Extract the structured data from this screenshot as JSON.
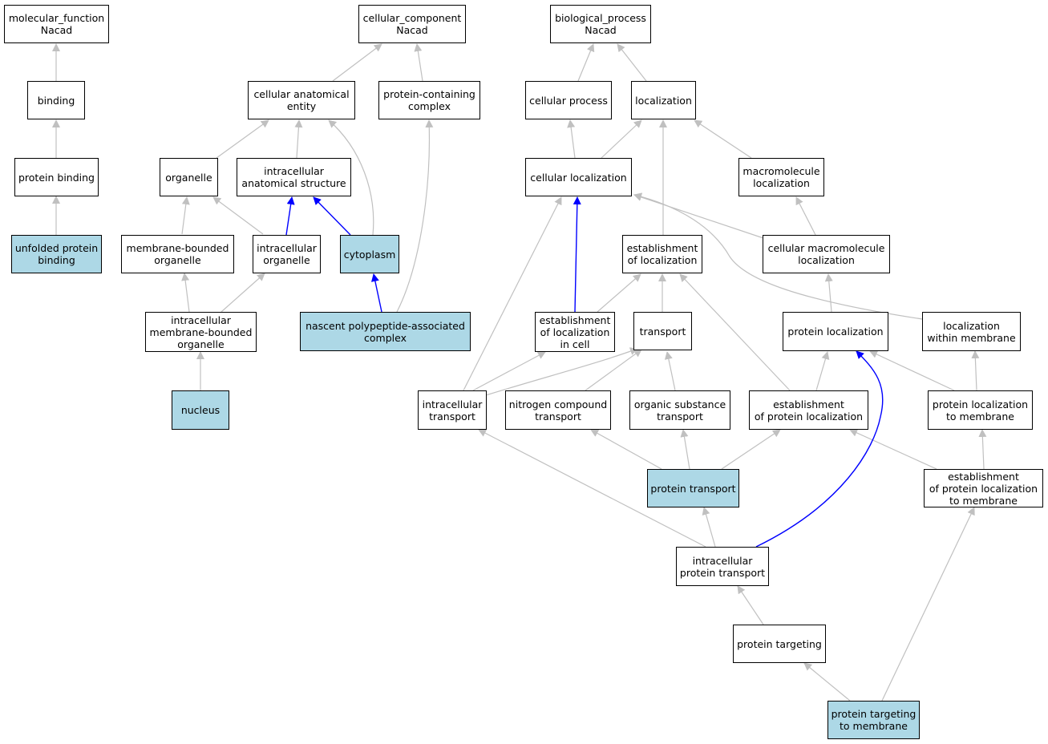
{
  "colors": {
    "highlight": "#add8e6",
    "edge_default": "#c0c0c0",
    "edge_highlight": "#0000ff",
    "border": "#000000"
  },
  "nodes": {
    "mf_root": "molecular_function\nNacad",
    "binding": "binding",
    "protein_binding": "protein binding",
    "unfolded_protein_binding": "unfolded protein\nbinding",
    "cc_root": "cellular_component\nNacad",
    "cellular_anatomical_entity": "cellular anatomical\nentity",
    "protein_containing_complex": "protein-containing\ncomplex",
    "organelle": "organelle",
    "intracellular_anatomical_structure": "intracellular\nanatomical structure",
    "membrane_bounded_organelle": "membrane-bounded\norganelle",
    "intracellular_organelle": "intracellular\norganelle",
    "cytoplasm": "cytoplasm",
    "intracellular_membrane_bounded_organelle": "intracellular\nmembrane-bounded\norganelle",
    "nascent_polypeptide_associated_complex": "nascent polypeptide-associated\ncomplex",
    "nucleus": "nucleus",
    "bp_root": "biological_process\nNacad",
    "cellular_process": "cellular process",
    "localization": "localization",
    "cellular_localization": "cellular localization",
    "macromolecule_localization": "macromolecule\nlocalization",
    "establishment_of_localization": "establishment\nof localization",
    "cellular_macromolecule_localization": "cellular macromolecule\nlocalization",
    "establishment_of_localization_in_cell": "establishment\nof localization\nin cell",
    "transport": "transport",
    "protein_localization": "protein localization",
    "localization_within_membrane": "localization\nwithin membrane",
    "intracellular_transport": "intracellular\ntransport",
    "nitrogen_compound_transport": "nitrogen compound\ntransport",
    "organic_substance_transport": "organic substance\ntransport",
    "establishment_of_protein_localization": "establishment\nof protein localization",
    "protein_localization_to_membrane": "protein localization\nto membrane",
    "protein_transport": "protein transport",
    "establishment_of_protein_localization_to_membrane": "establishment\nof protein localization\nto membrane",
    "intracellular_protein_transport": "intracellular\nprotein transport",
    "protein_targeting": "protein targeting",
    "protein_targeting_to_membrane": "protein targeting\nto membrane"
  }
}
